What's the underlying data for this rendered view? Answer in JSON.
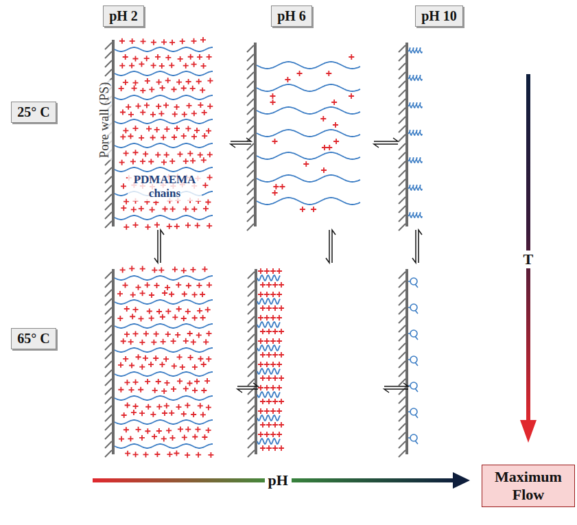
{
  "diagram": {
    "nodes": [
      {
        "text": [
          "pH 2"
        ]
      },
      {
        "text": [
          "pH 6"
        ]
      },
      {
        "text": [
          "pH 10"
        ]
      },
      {
        "text": [
          "25° C"
        ]
      },
      {
        "text": [
          "65° C"
        ]
      },
      {
        "text": [
          "Maximum Flow"
        ]
      }
    ],
    "labels": [
      "Pore wall (PS)",
      "PDMAEMA chains",
      "T",
      "pH"
    ]
  }
}
